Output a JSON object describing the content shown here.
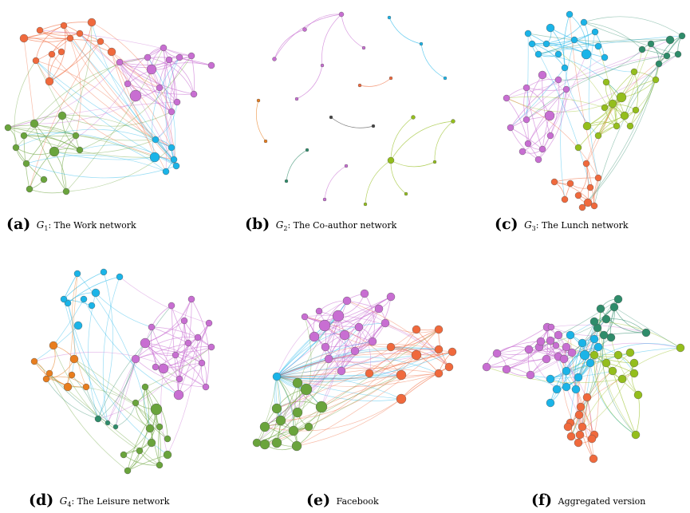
{
  "colors": {
    "orange": "#f0693c",
    "violet": "#c86ed2",
    "green": "#6aa43c",
    "cyan": "#1ab4e8",
    "teal": "#2e8c6a",
    "lime": "#94be1c",
    "amber": "#e87d1e",
    "dark": "#444444"
  },
  "panels": [
    {
      "id": "a",
      "label": "(a)",
      "symbol": "G",
      "subscript": "1",
      "text": ": The Work network"
    },
    {
      "id": "b",
      "label": "(b)",
      "symbol": "G",
      "subscript": "2",
      "text": ": The Co-author network"
    },
    {
      "id": "c",
      "label": "(c)",
      "symbol": "G",
      "subscript": "3",
      "text": ": The Lunch network"
    },
    {
      "id": "d",
      "label": "(d)",
      "symbol": "G",
      "subscript": "4",
      "text": ": The Leisure network"
    },
    {
      "id": "e",
      "label": "(e)",
      "symbol": "",
      "subscript": "",
      "text": "Facebook"
    },
    {
      "id": "f",
      "label": "(f)",
      "symbol": "",
      "subscript": "",
      "text": "Aggregated version"
    }
  ]
}
